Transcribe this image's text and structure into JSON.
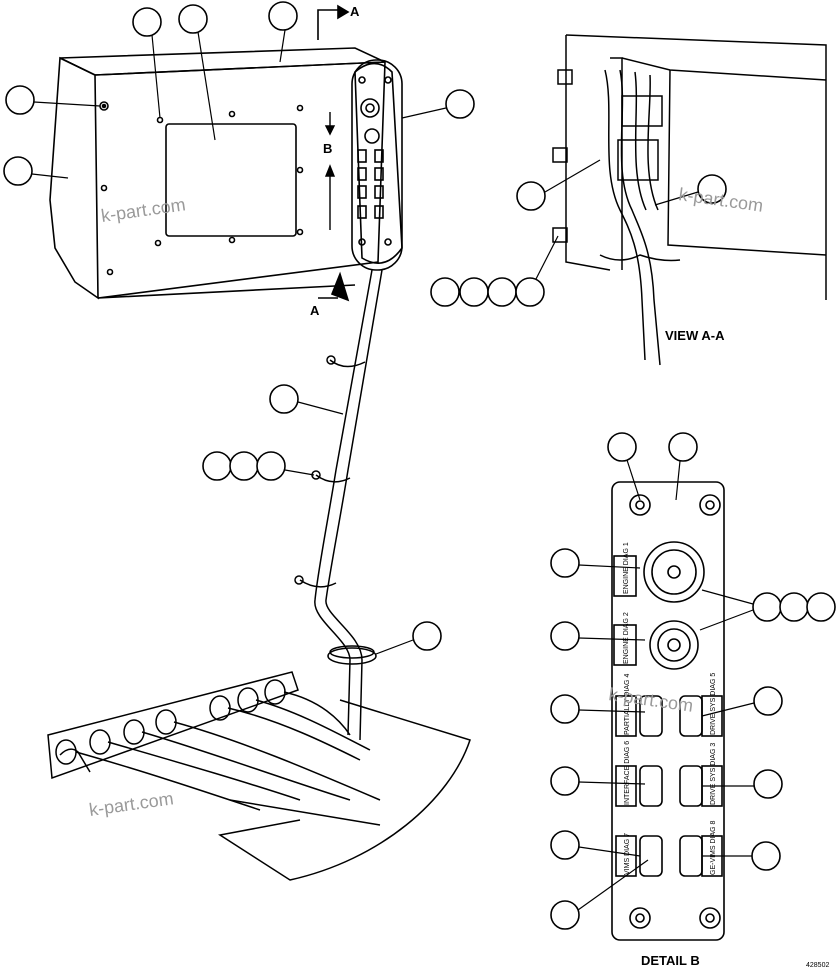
{
  "section_marks": {
    "view_top": "A",
    "view_bottom": "A",
    "detail": "B"
  },
  "view_a_title": "VIEW A-A",
  "detail_b_title": "DETAIL B",
  "watermarks": [
    "k-part.com",
    "k-part.com",
    "k-part.com",
    "k-part.com"
  ],
  "connector_labels": [
    "ENGINE DIAG 1",
    "ENGINE DIAG 2",
    "PARTIALLY DIAG 4",
    "DRIVE SYS DIAG 5",
    "INTERFACE DIAG 6",
    "DRIVE SYS DIAG 3",
    "VIMS DIAG 7",
    "GE-VIMS DIAG 8"
  ],
  "drawing_number": "428502"
}
